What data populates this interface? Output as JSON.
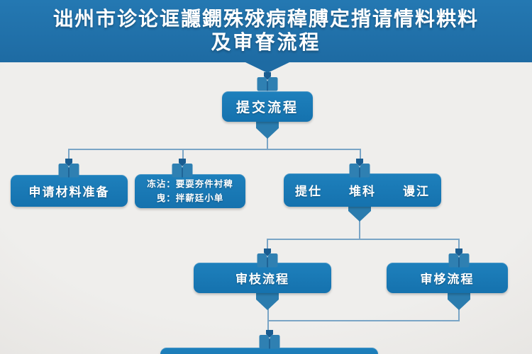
{
  "header": {
    "title_line1": "诎州市诊论诓讔鐦殊殏病稦膊定揹请情料粠料",
    "title_line2": "及审眘流程"
  },
  "nodes": {
    "submit": "提交流程",
    "prepare": "申请材料准备",
    "note_line1": "冻沾：要耍夯件衬稗",
    "note_line2": "曳：拌薪廷小单",
    "options": "提仕　　堆科　　谩江",
    "review_left": "审枝流程",
    "review_right": "审栘流程"
  },
  "colors": {
    "header_blue": "#2176b0",
    "node_blue": "#1878b6",
    "icon_dark": "#1a5c90",
    "icon_mid": "#2f80b2",
    "connector": "#7aa5c6",
    "background": "#eceae7",
    "text": "#ffffff"
  }
}
